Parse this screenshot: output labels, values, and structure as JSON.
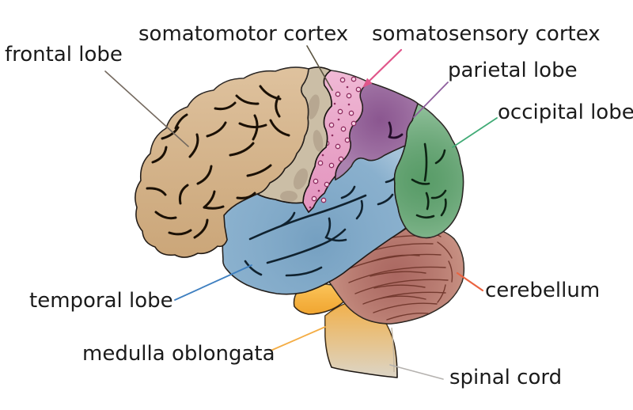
{
  "canvas": {
    "background": "#ffffff",
    "text_color": "#1b1b1b"
  },
  "regions": [
    {
      "id": "frontal-lobe",
      "label": "frontal lobe",
      "fill": "#d7b488",
      "leader_color": "#756a60"
    },
    {
      "id": "somatomotor-cortex",
      "label": "somatomotor cortex",
      "fill": "#cbbea6",
      "leader_color": "#5a5340"
    },
    {
      "id": "somatosensory-cortex",
      "label": "somatosensory cortex",
      "fill": "#eca6ca",
      "leader_color": "#e0558a"
    },
    {
      "id": "parietal-lobe",
      "label": "parietal lobe",
      "fill": "#96639b",
      "leader_color": "#8f5f9e"
    },
    {
      "id": "occipital-lobe",
      "label": "occipital lobe",
      "fill": "#63a671",
      "leader_color": "#41ab76"
    },
    {
      "id": "temporal-lobe",
      "label": "temporal lobe",
      "fill": "#7fa9c9",
      "leader_color": "#3e7fc0"
    },
    {
      "id": "cerebellum",
      "label": "cerebellum",
      "fill": "#b5756e",
      "leader_color": "#ea6340"
    },
    {
      "id": "medulla-oblongata",
      "label": "medulla oblongata",
      "fill": "#f9b63f",
      "leader_color": "#f4ad45"
    },
    {
      "id": "spinal-cord",
      "label": "spinal cord",
      "fill": "#ddd3c0",
      "leader_color": "#b5b2af"
    }
  ]
}
